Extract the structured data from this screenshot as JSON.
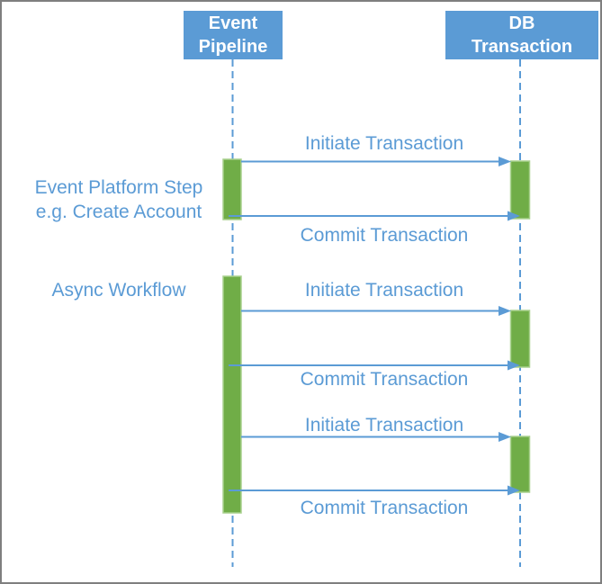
{
  "diagram_type": "sequence",
  "colors": {
    "accent_blue": "#5B9BD5",
    "activation_green_fill": "#70AD47",
    "activation_green_border": "#A9D18E",
    "frame_border_gray": "#7F7F7F",
    "participant_text": "#FFFFFF",
    "background": "#FFFFFF"
  },
  "participants": [
    {
      "id": "event-pipeline",
      "label": "Event\nPipeline"
    },
    {
      "id": "db-transaction",
      "label": "DB\nTransaction"
    }
  ],
  "annotations": [
    {
      "id": "event-platform-step",
      "label": "Event Platform Step\ne.g. Create Account"
    },
    {
      "id": "async-workflow",
      "label": "Async Workflow"
    }
  ],
  "messages": [
    {
      "from": "event-pipeline",
      "to": "db-transaction",
      "direction": "right",
      "label": "Initiate Transaction"
    },
    {
      "from": "event-pipeline",
      "to": "db-transaction",
      "direction": "right",
      "label": "Commit Transaction"
    },
    {
      "from": "event-pipeline",
      "to": "db-transaction",
      "direction": "right",
      "label": "Initiate Transaction"
    },
    {
      "from": "event-pipeline",
      "to": "db-transaction",
      "direction": "right",
      "label": "Commit Transaction"
    },
    {
      "from": "event-pipeline",
      "to": "db-transaction",
      "direction": "right",
      "label": "Initiate Transaction"
    },
    {
      "from": "event-pipeline",
      "to": "db-transaction",
      "direction": "right",
      "label": "Commit Transaction"
    }
  ],
  "activations": [
    {
      "lifeline": "event-pipeline",
      "span": "first transaction"
    },
    {
      "lifeline": "db-transaction",
      "span": "first transaction"
    },
    {
      "lifeline": "event-pipeline",
      "span": "async workflow (long)"
    },
    {
      "lifeline": "db-transaction",
      "span": "second transaction"
    },
    {
      "lifeline": "db-transaction",
      "span": "third transaction"
    }
  ]
}
